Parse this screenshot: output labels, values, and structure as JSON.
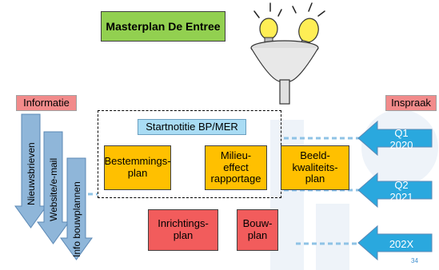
{
  "title": "Masterplan De Entree",
  "informatie": {
    "label": "Informatie",
    "channels": [
      "Nieuwsbrieven",
      "Website/e-mail",
      "Info bouwplannen"
    ]
  },
  "inspraak": {
    "label": "Inspraak",
    "moments": [
      "Q1\n2020",
      "Q2\n2021",
      "202X"
    ]
  },
  "startnotitie": "Startnotitie BP/MER",
  "plans": {
    "bestemmingsplan": "Bestemmings-\nplan",
    "mer": "Milieu-\neffect\nrapportage",
    "beeldkwaliteitsplan": "Beeld-\nkwaliteits-\nplan",
    "inrichtingsplan": "Inrichtings-\nplan",
    "bouwplan": "Bouw-\nplan"
  },
  "page_number": "34",
  "colors": {
    "title_green": "#92d050",
    "info_red": "#f28b8b",
    "plan_orange": "#ffc000",
    "plan_red": "#f25c5c",
    "arrow_blue": "#2aa8de",
    "down_arrow_blue": "#8fb6d9"
  }
}
